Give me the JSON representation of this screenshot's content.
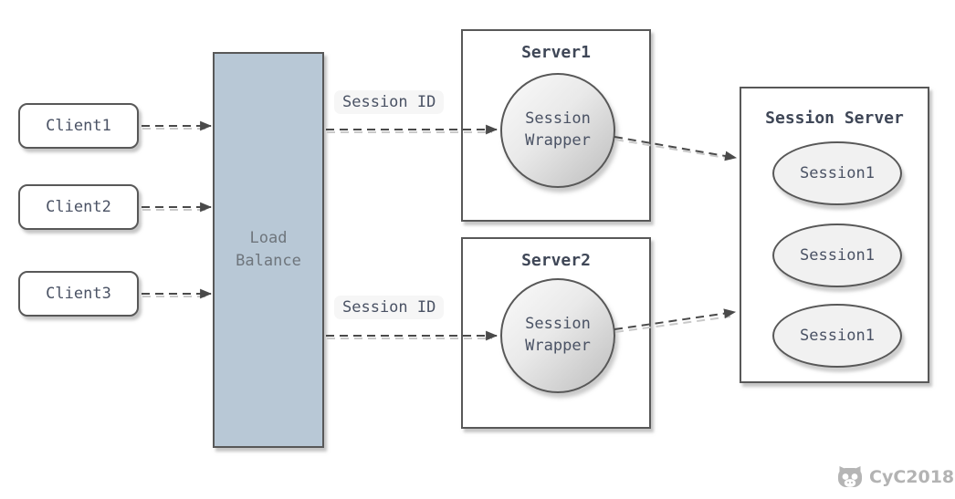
{
  "clients": [
    {
      "label": "Client1"
    },
    {
      "label": "Client2"
    },
    {
      "label": "Client3"
    }
  ],
  "load_balancer": {
    "line1": "Load",
    "line2": "Balance"
  },
  "session_id_labels": [
    "Session ID",
    "Session ID"
  ],
  "servers": [
    {
      "title": "Server1",
      "wrapper_line1": "Session",
      "wrapper_line2": "Wrapper"
    },
    {
      "title": "Server2",
      "wrapper_line1": "Session",
      "wrapper_line2": "Wrapper"
    }
  ],
  "session_server": {
    "title": "Session Server",
    "sessions": [
      "Session1",
      "Session1",
      "Session1"
    ]
  },
  "watermark": {
    "text": "CyC2018",
    "icon": "cat-logo-icon"
  },
  "colors": {
    "load_balancer_fill": "#b8c8d6",
    "node_border": "#585858",
    "arrow": "#4a4a4a",
    "arrow_shadow": "#c9c9c9",
    "text": "#4a5264",
    "title_text": "#3f4757",
    "lb_text": "#6e757c",
    "ellipse_fill": "#f1f1f1",
    "circle_gradient_start": "#fbfbfb",
    "circle_gradient_end": "#bdbdbd",
    "label_bg": "#f6f6f6",
    "watermark": "#b3b3b3"
  }
}
